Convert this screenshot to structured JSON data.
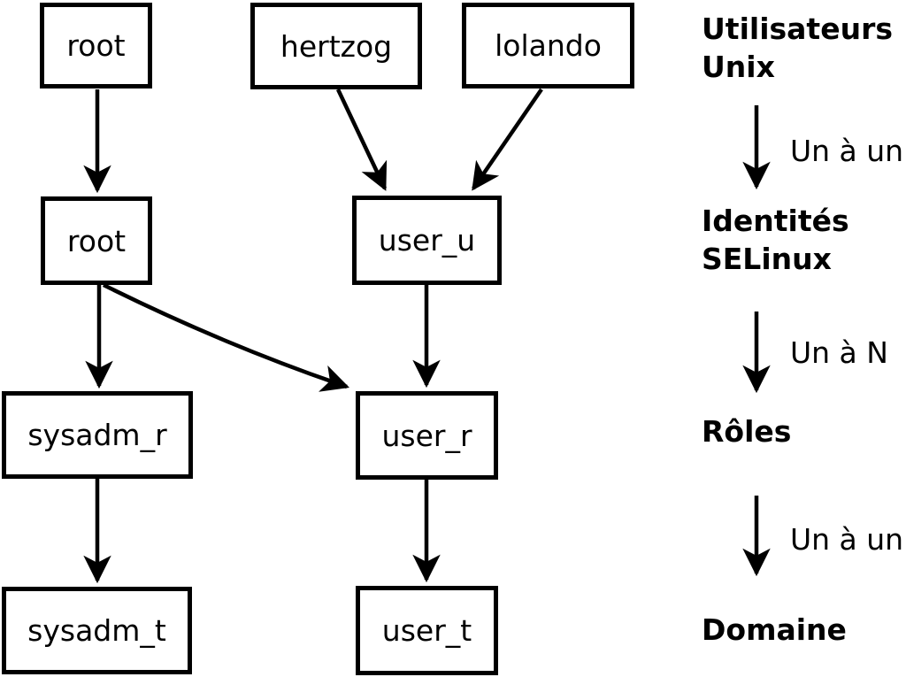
{
  "colors": {
    "ink": "#000000",
    "background": "#ffffff"
  },
  "nodes": [
    {
      "label": "root"
    },
    {
      "label": "hertzog"
    },
    {
      "label": "lolando"
    },
    {
      "label": "root"
    },
    {
      "label": "user_u"
    },
    {
      "label": "sysadm_r"
    },
    {
      "label": "user_r"
    },
    {
      "label": "sysadm_t"
    },
    {
      "label": "user_t"
    }
  ],
  "edges": [
    {
      "from": "root",
      "to": "root"
    },
    {
      "from": "hertzog",
      "to": "user_u"
    },
    {
      "from": "lolando",
      "to": "user_u"
    },
    {
      "from": "root",
      "to": "sysadm_r"
    },
    {
      "from": "root",
      "to": "user_r"
    },
    {
      "from": "user_u",
      "to": "user_r"
    },
    {
      "from": "sysadm_r",
      "to": "sysadm_t"
    },
    {
      "from": "user_r",
      "to": "user_t"
    }
  ],
  "legend": {
    "levels": [
      {
        "lines": [
          "Utilisateurs",
          "Unix"
        ]
      },
      {
        "lines": [
          "Identités",
          "SELinux"
        ]
      },
      {
        "lines": [
          "Rôles"
        ]
      },
      {
        "lines": [
          "Domaine"
        ]
      }
    ],
    "relations": [
      {
        "label": "Un à un"
      },
      {
        "label": "Un à N"
      },
      {
        "label": "Un à un"
      }
    ]
  }
}
